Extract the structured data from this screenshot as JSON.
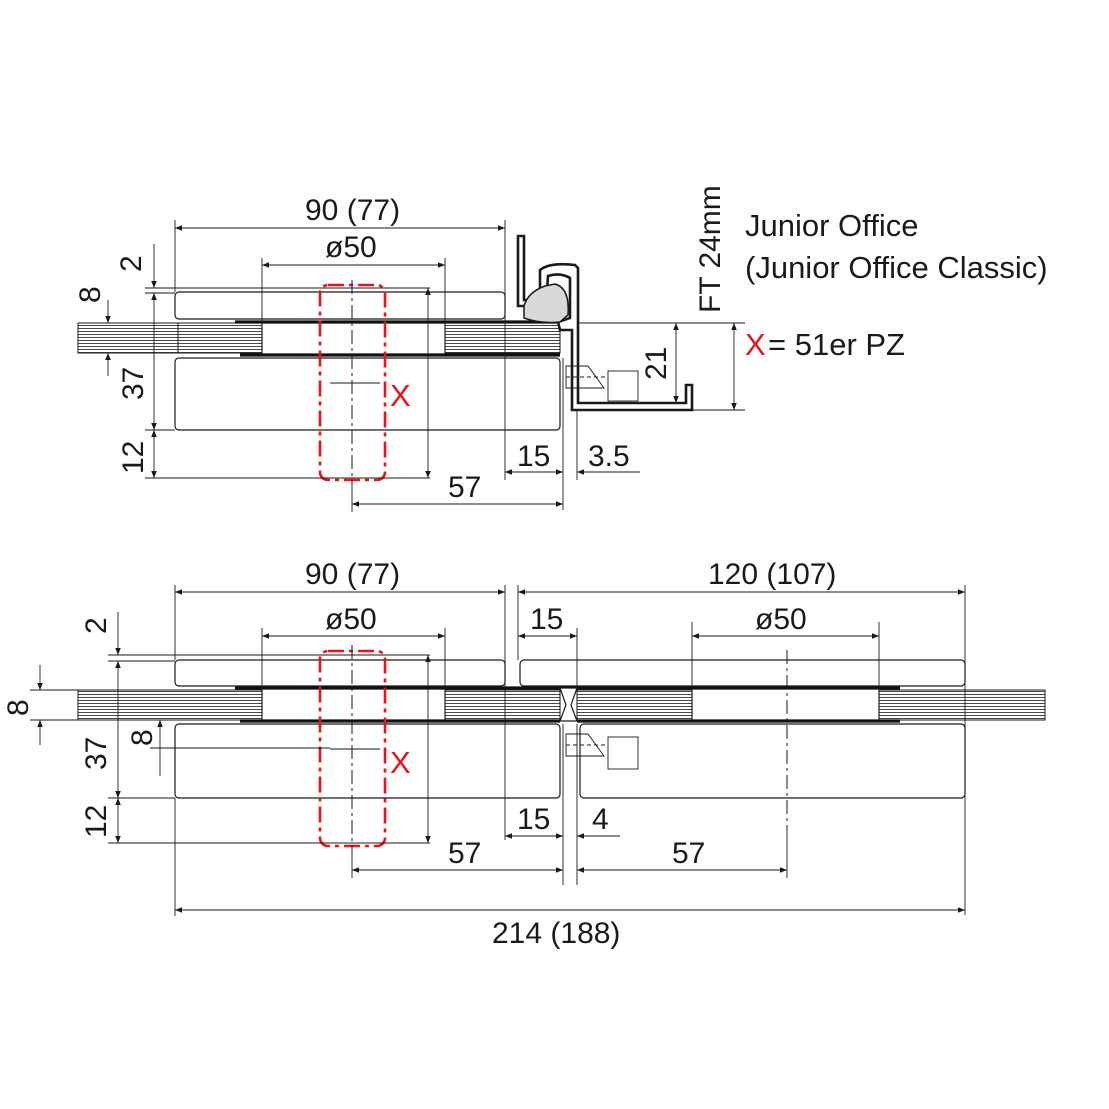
{
  "colors": {
    "line": "#1a1a1a",
    "accent_red": "#e8141a",
    "background": "#ffffff"
  },
  "legend": {
    "product_line1": "Junior Office",
    "product_line2": "(Junior Office Classic)",
    "x_marker": "X",
    "x_meaning": "= 51er PZ",
    "ft_label": "FT 24mm"
  },
  "top_view": {
    "dim_width": "90 (77)",
    "dim_diameter": "ø50",
    "dim_gap_top": "2",
    "dim_glass": "8",
    "dim_height": "37",
    "dim_bottom": "12",
    "dim_rebate": "15",
    "dim_offset": "3.5",
    "dim_depth": "57",
    "dim_frame": "21",
    "marker": "X"
  },
  "bottom_view": {
    "dim_width_left": "90 (77)",
    "dim_width_right": "120 (107)",
    "dim_diameter_left": "ø50",
    "dim_diameter_right": "ø50",
    "dim_gap_top": "2",
    "dim_glass": "8",
    "dim_height": "37",
    "dim_inner": "8",
    "dim_bottom": "12",
    "dim_rebate_top": "15",
    "dim_rebate_bottom": "15",
    "dim_gap": "4",
    "dim_depth_left": "57",
    "dim_depth_right": "57",
    "dim_total": "214 (188)",
    "marker": "X"
  }
}
